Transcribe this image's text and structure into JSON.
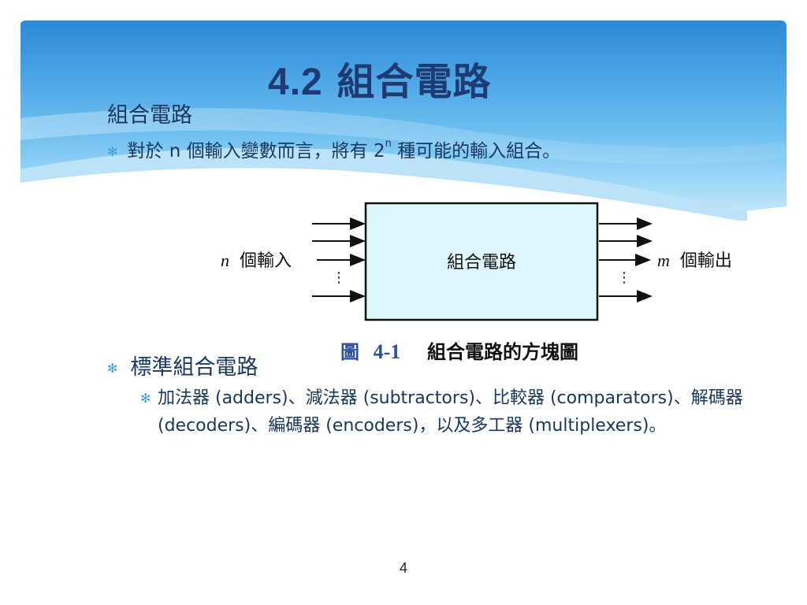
{
  "slide": {
    "title_number": "4.2",
    "title_text": "組合電路",
    "heading1": "組合電路",
    "bullet1": {
      "prefix": "對於 n 個輸入變數而言，將有 2",
      "superscript": "n",
      "suffix": "種可能的輸入組合。"
    },
    "heading2": "標準組合電路",
    "sub_bullet": "加法器 (adders)、減法器 (subtractors)、比較器 (comparators)、解碼器 (decoders)、編碼器 (encoders)，以及多工器 (multiplexers)。",
    "page_number": "4"
  },
  "diagram": {
    "box_label": "組合電路",
    "input_n": "n",
    "input_label": "個輸入",
    "output_m": "m",
    "output_label": "個輸出",
    "box_fill": "#ddf5fc",
    "caption_prefix": "圖",
    "caption_number": "4-1",
    "caption_text": "組合電路的方塊圖"
  },
  "colors": {
    "title": "#1f3b73",
    "text": "#17375e",
    "bullet": "#3b9de0",
    "banner_top": "#2f8fdc",
    "banner_bottom": "#bfe6fb"
  }
}
